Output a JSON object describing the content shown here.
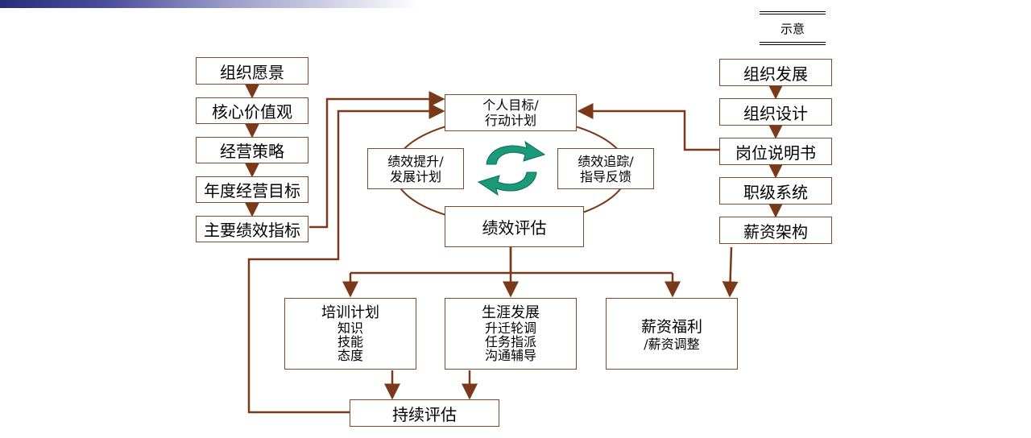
{
  "legend": "示意",
  "left_column": [
    "组织愿景",
    "核心价值观",
    "经营策略",
    "年度经营目标",
    "主要绩效指标"
  ],
  "right_column": [
    "组织发展",
    "组织设计",
    "岗位说明书",
    "职级系统",
    "薪资架构"
  ],
  "center": {
    "personal_goal": [
      "个人目标/",
      "行动计划"
    ],
    "improvement": [
      "绩效提升/",
      "发展计划"
    ],
    "tracking": [
      "绩效追踪/",
      "指导反馈"
    ],
    "evaluation": "绩效评估"
  },
  "bottom": {
    "training": {
      "title": "培训计划",
      "items": [
        "知识",
        "技能",
        "态度"
      ]
    },
    "career": {
      "title": "生涯发展",
      "items": [
        "升迁轮调",
        "任务指派",
        "沟通辅导"
      ]
    },
    "compensation": {
      "title": "薪资福利",
      "items": [
        "/薪资调整"
      ]
    },
    "continuous": "持续评估"
  },
  "colors": {
    "line": "#7a3a1a",
    "arrow_green": "#1a9a7a",
    "border": "#7a4a2a"
  }
}
